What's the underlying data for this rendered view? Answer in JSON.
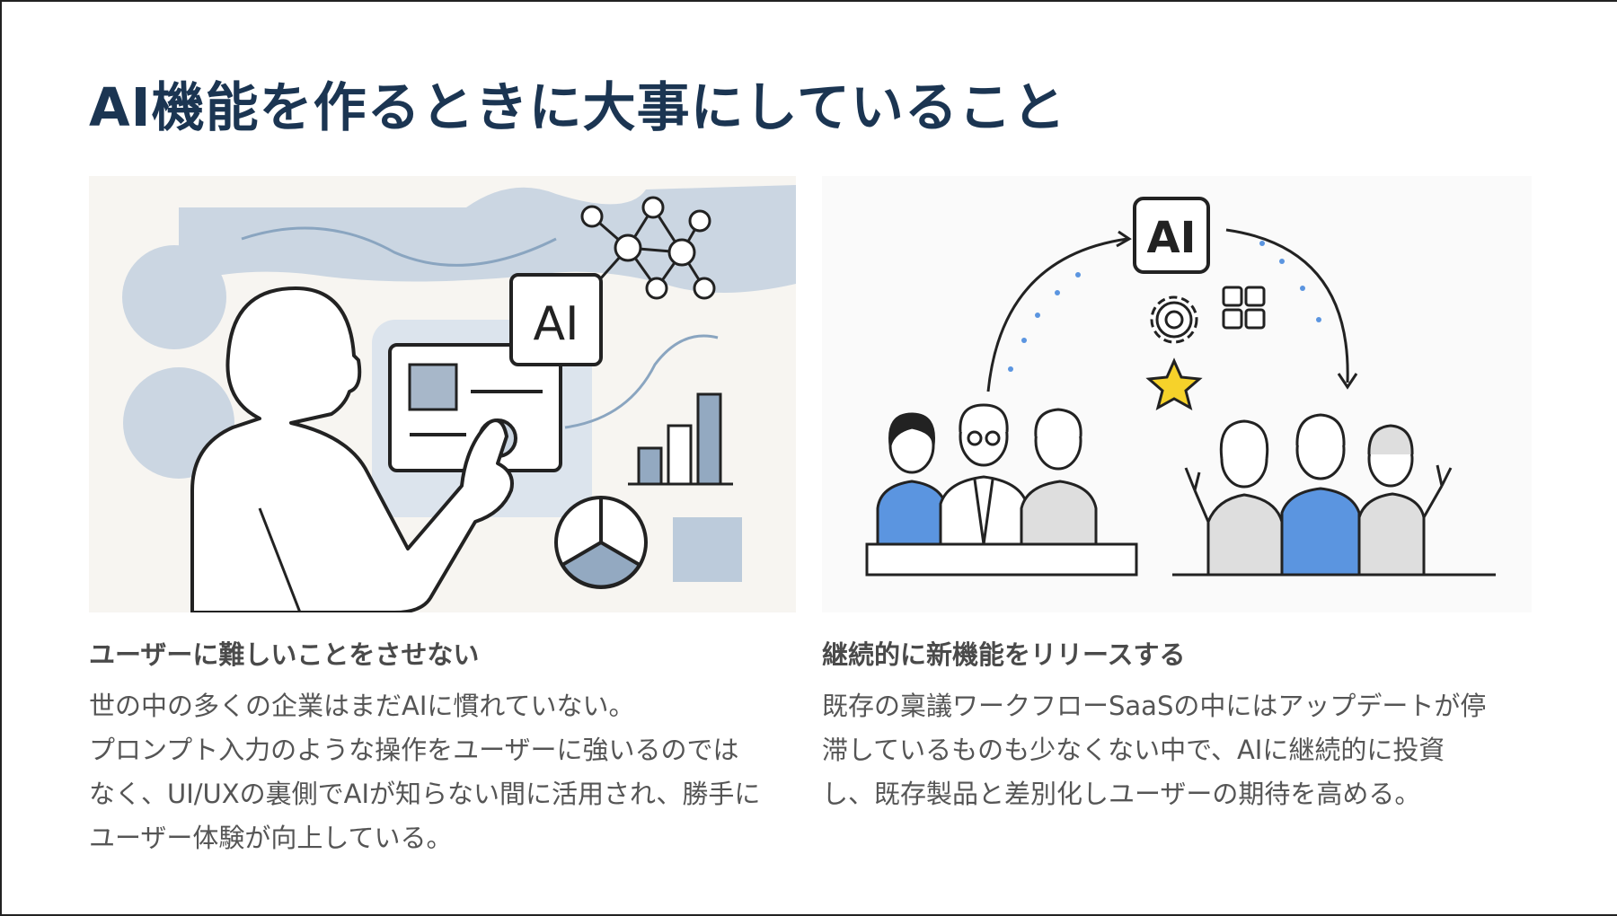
{
  "page": {
    "title": "AI機能を作るときに大事にしていること"
  },
  "cards": [
    {
      "heading": "ユーザーに難しいことをさせない",
      "illustration_label": "AI",
      "lines": [
        "世の中の多くの企業はまだAIに慣れていない。",
        "プロンプト入力のような操作をユーザーに強いるのでは",
        "なく、UI/UXの裏側でAIが知らない間に活用され、勝手に",
        "ユーザー体験が向上している。"
      ]
    },
    {
      "heading": "継続的に新機能をリリースする",
      "illustration_label": "AI",
      "lines": [
        "既存の稟議ワークフローSaaSの中にはアップデートが停",
        "滞しているものも少なくない中で、AIに継続的に投資",
        "し、既存製品と差別化しユーザーの期待を高める。"
      ]
    }
  ],
  "colors": {
    "title": "#1b3552",
    "heading": "#4a4a4a",
    "body": "#555555",
    "accent_blue": "#5b95e0",
    "muted_blue": "#c9d4e0",
    "star": "#f6d22a"
  },
  "icons": [
    "gear-icon",
    "grid-icon",
    "star-icon",
    "network-icon"
  ]
}
